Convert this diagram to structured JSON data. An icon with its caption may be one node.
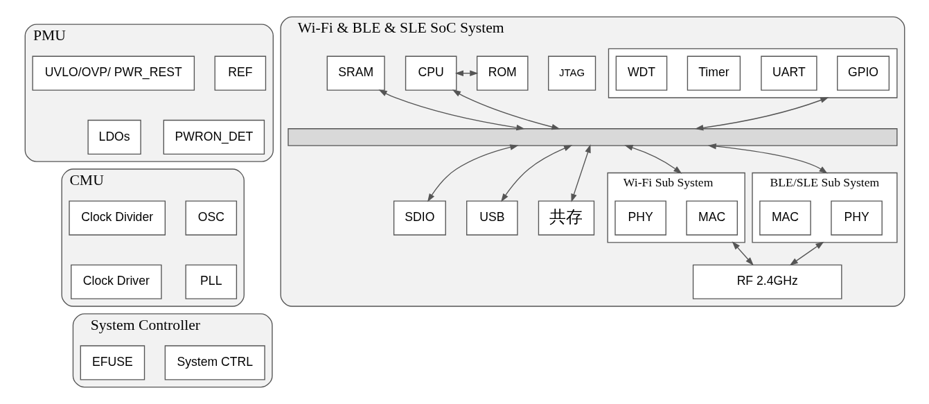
{
  "diagram": {
    "nodes": [
      {
        "text": [
          "PMU"
        ]
      },
      {
        "text": [
          "REF"
        ],
        "in": 0
      },
      {
        "text": [
          "UVLO/OVP/ PWR_REST"
        ],
        "in": 0
      },
      {
        "text": [
          "PWRON_DET"
        ],
        "in": 0
      },
      {
        "text": [
          "LDOs"
        ],
        "in": 0
      },
      {
        "text": [
          "CMU"
        ]
      },
      {
        "text": [
          "OSC"
        ],
        "in": 5
      },
      {
        "text": [
          "Clock Divider"
        ],
        "in": 5
      },
      {
        "text": [
          "PLL"
        ],
        "in": 5
      },
      {
        "text": [
          "Clock Driver"
        ],
        "in": 5
      },
      {
        "text": [
          "System Controller"
        ]
      },
      {
        "text": [
          "System CTRL"
        ],
        "in": 10
      },
      {
        "text": [
          "EFUSE"
        ],
        "in": 10
      },
      {
        "text": [
          "Wi-Fi & BLE & SLE SoC System"
        ]
      },
      {
        "text": [
          "JTAG"
        ],
        "in": 13
      },
      {
        "text": [
          "CPU"
        ],
        "in": 13
      },
      {
        "text": [
          "ROM"
        ],
        "in": 13
      },
      {
        "text": [
          "SRAM"
        ],
        "in": 13
      },
      {
        "text": [],
        "shape": "box",
        "in": 13
      },
      {
        "text": [
          "GPIO"
        ],
        "in": 18
      },
      {
        "text": [
          "UART"
        ],
        "in": 18
      },
      {
        "text": [
          "Timer"
        ],
        "in": 18
      },
      {
        "text": [
          "WDT"
        ],
        "in": 18
      },
      {
        "text": [],
        "shape": "bar",
        "in": 13
      },
      {
        "text": [
          "SDIO"
        ],
        "in": 13
      },
      {
        "text": [
          "USB"
        ],
        "in": 13
      },
      {
        "text": [
          "共存"
        ],
        "in": 13
      },
      {
        "text": [
          "Wi-Fi Sub System"
        ],
        "in": 13
      },
      {
        "text": [
          "MAC"
        ],
        "in": 27
      },
      {
        "text": [
          "PHY"
        ],
        "in": 27
      },
      {
        "text": [
          "BLE/SLE Sub System"
        ],
        "in": 13
      },
      {
        "text": [
          "PHY"
        ],
        "in": 30
      },
      {
        "text": [
          "MAC"
        ],
        "in": 30
      },
      {
        "text": [
          "RF 2.4GHz"
        ],
        "in": 13
      }
    ],
    "edges": [
      {
        "from": 15,
        "to": 16,
        "arrow": "both"
      },
      {
        "from": 15,
        "to": 23,
        "arrow": "both"
      },
      {
        "from": 17,
        "to": 23,
        "arrow": "both"
      },
      {
        "from": 18,
        "to": 23,
        "arrow": "both"
      },
      {
        "from": 23,
        "to": 24,
        "arrow": "both"
      },
      {
        "from": 23,
        "to": 25,
        "arrow": "both"
      },
      {
        "from": 23,
        "to": 26,
        "arrow": "both"
      },
      {
        "from": 23,
        "to": 27,
        "arrow": "both"
      },
      {
        "from": 23,
        "to": 30,
        "arrow": "both"
      },
      {
        "from": 27,
        "to": 33,
        "arrow": "both"
      },
      {
        "from": 30,
        "to": 33,
        "arrow": "both"
      }
    ]
  }
}
